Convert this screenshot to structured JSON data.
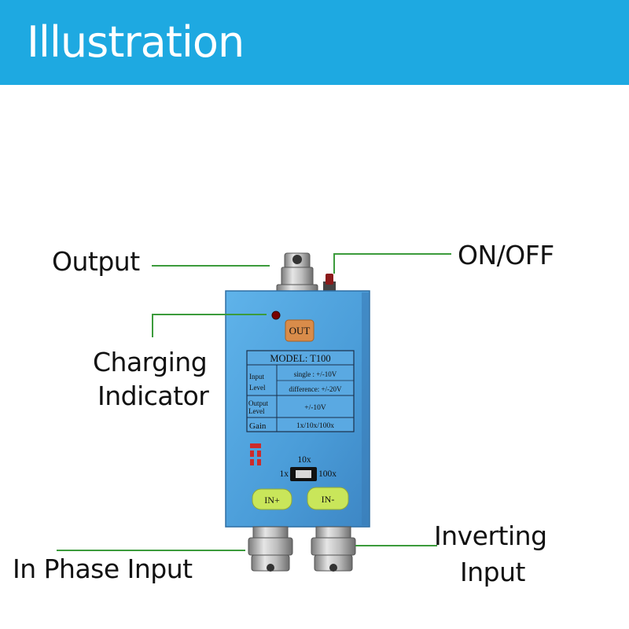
{
  "header": {
    "title": "Illustration"
  },
  "callouts": {
    "output": "Output",
    "on_off": "ON/OFF",
    "charging_line1": "Charging",
    "charging_line2": "Indicator",
    "in_phase": "In Phase Input",
    "inverting_line1": "Inverting",
    "inverting_line2": "Input"
  },
  "device": {
    "out_button": "OUT",
    "model": "MODEL: T100",
    "table": {
      "input_level_label_1": "Input",
      "input_level_label_2": "Level",
      "input_single": "single : +/-10V",
      "input_difference": "difference: +/-20V",
      "output_level_label_1": "Output",
      "output_level_label_2": "Level",
      "output_value": "+/-10V",
      "gain_label": "Gain",
      "gain_value": "1x/10x/100x"
    },
    "switch": {
      "top": "10x",
      "left": "1x",
      "right": "100x"
    },
    "in_plus": "IN+",
    "in_minus": "IN-"
  },
  "colors": {
    "header": "#1ea9e1",
    "leader": "#3c9b3c",
    "body": "#4fa0dc",
    "button_green": "#c9e65a",
    "out_button": "#d98c4a"
  },
  "icons": [
    "bnc-connector-icon",
    "power-switch-icon",
    "led-icon",
    "dip-switch-icon",
    "slide-switch-icon"
  ]
}
